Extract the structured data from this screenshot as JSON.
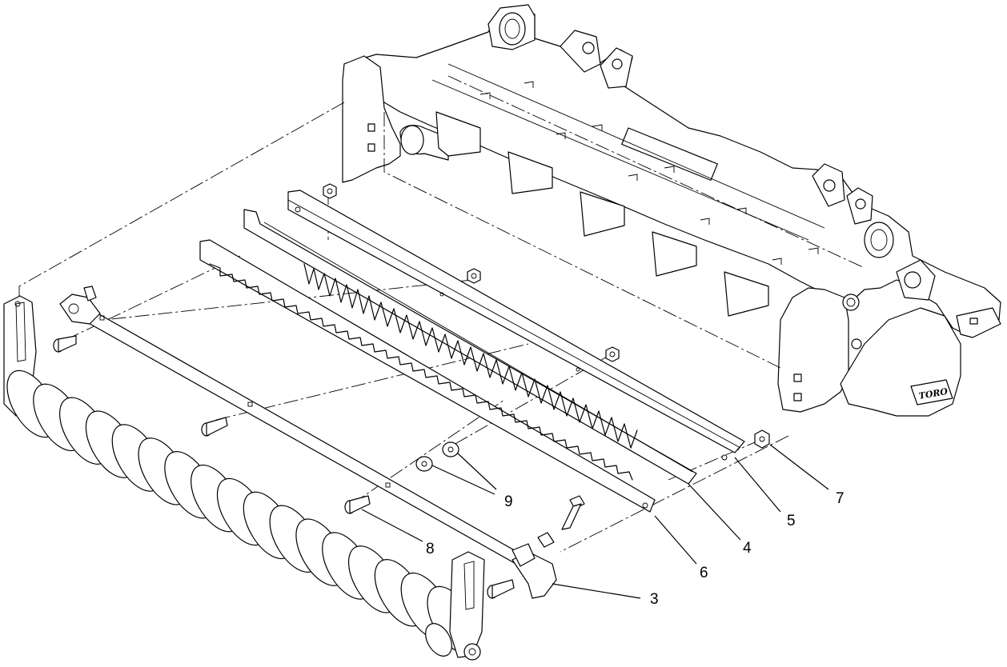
{
  "callouts": [
    {
      "id": "c3",
      "label": "3"
    },
    {
      "id": "c4",
      "label": "4"
    },
    {
      "id": "c5",
      "label": "5"
    },
    {
      "id": "c6",
      "label": "6"
    },
    {
      "id": "c7",
      "label": "7"
    },
    {
      "id": "c8",
      "label": "8"
    },
    {
      "id": "c9",
      "label": "9"
    }
  ],
  "logo": {
    "text": "TORO"
  }
}
